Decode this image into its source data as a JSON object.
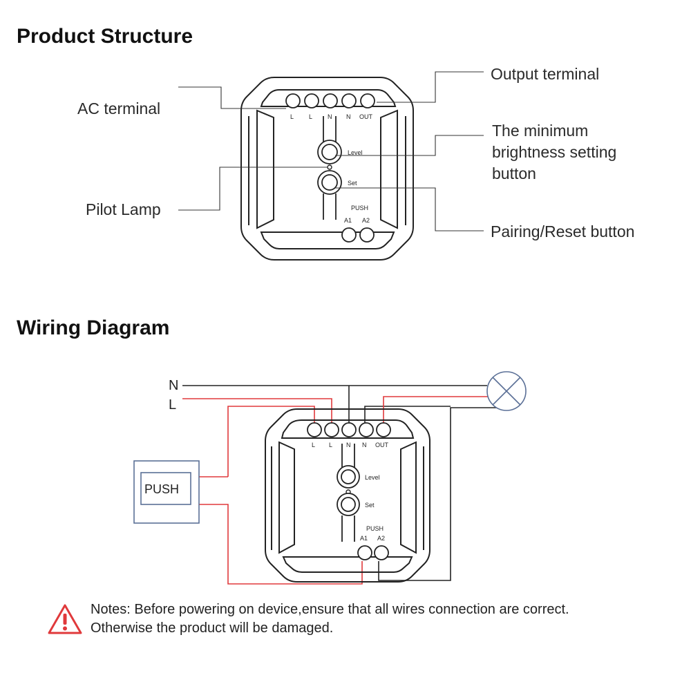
{
  "product_structure": {
    "title": "Product Structure",
    "callouts": {
      "ac_terminal": "AC terminal",
      "pilot_lamp": "Pilot Lamp",
      "output_terminal": "Output terminal",
      "min_brightness_line1": "The minimum",
      "min_brightness_line2": "brightness setting",
      "min_brightness_line3": "button",
      "pairing_reset": "Pairing/Reset button"
    }
  },
  "device_labels": {
    "l1": "L",
    "l2": "L",
    "n1": "N",
    "n2": "N",
    "out": "OUT",
    "level": "Level",
    "set": "Set",
    "push": "PUSH",
    "a1": "A1",
    "a2": "A2"
  },
  "wiring_diagram": {
    "title": "Wiring Diagram",
    "n_label": "N",
    "l_label": "L",
    "push_switch_label": "PUSH",
    "wire_colors": {
      "neutral": "#222222",
      "live": "#e0393b",
      "switch_box": "#5a6f96"
    }
  },
  "notes": {
    "text": "Notes: Before powering on device,ensure that all wires connection are correct. Otherwise the product will be damaged.",
    "warning_color": "#e0393b"
  }
}
